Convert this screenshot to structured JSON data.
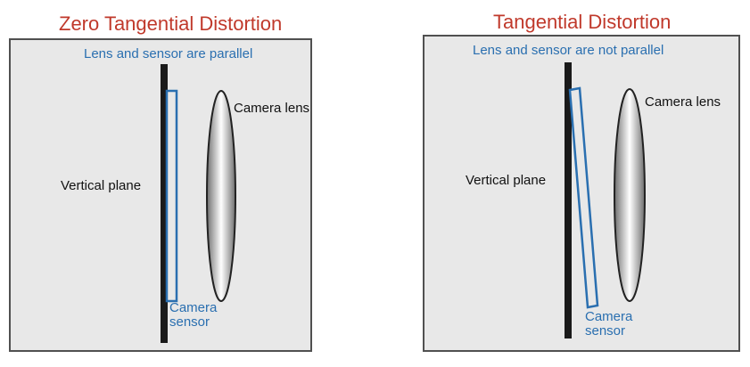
{
  "left": {
    "title": "Zero Tangential Distortion",
    "subtitle": "Lens and sensor are parallel",
    "lens_label": "Camera lens",
    "plane_label": "Vertical plane",
    "sensor_label_line1": "Camera",
    "sensor_label_line2": "sensor"
  },
  "right": {
    "title": "Tangential Distortion",
    "subtitle": "Lens and sensor are not parallel",
    "lens_label": "Camera lens",
    "plane_label": "Vertical plane",
    "sensor_label_line1": "Camera",
    "sensor_label_line2": "sensor"
  },
  "colors": {
    "title": "#c0392b",
    "accent_blue": "#2a6fb0",
    "panel_background": "#e8e8e8",
    "plane": "#1a1a1a"
  }
}
